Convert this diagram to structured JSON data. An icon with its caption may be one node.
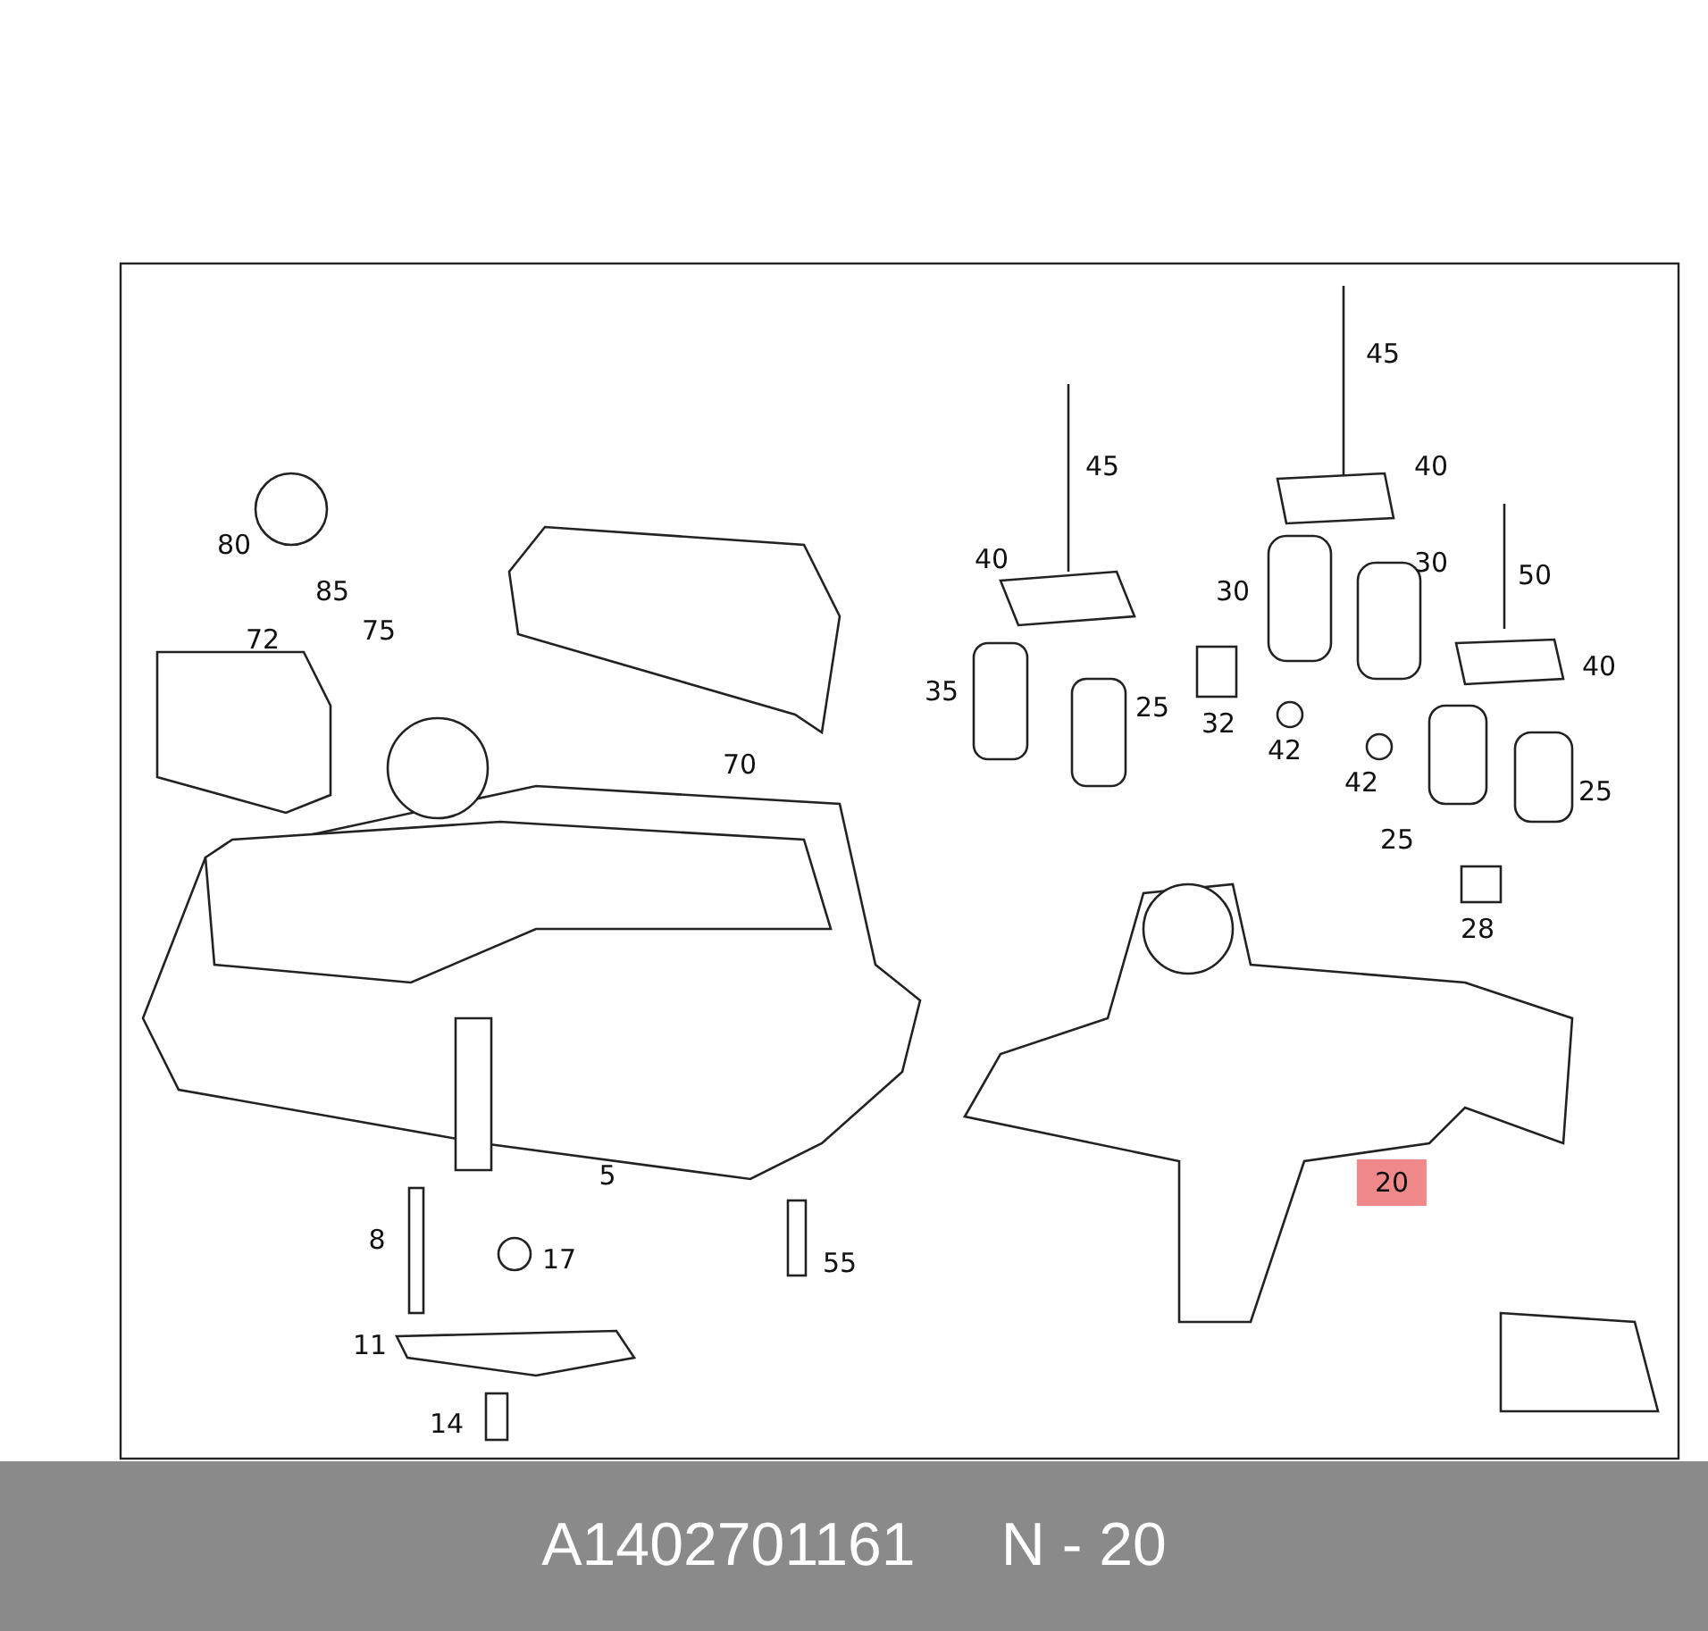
{
  "diagram": {
    "labels": [
      "45",
      "45",
      "40",
      "80",
      "40",
      "50",
      "85",
      "75",
      "30",
      "30",
      "72",
      "40",
      "35",
      "25",
      "32",
      "42",
      "70",
      "42",
      "25",
      "25",
      "28",
      "5",
      "20",
      "8",
      "17",
      "55",
      "11",
      "14",
      "A1402701161",
      "N - 20"
    ]
  }
}
